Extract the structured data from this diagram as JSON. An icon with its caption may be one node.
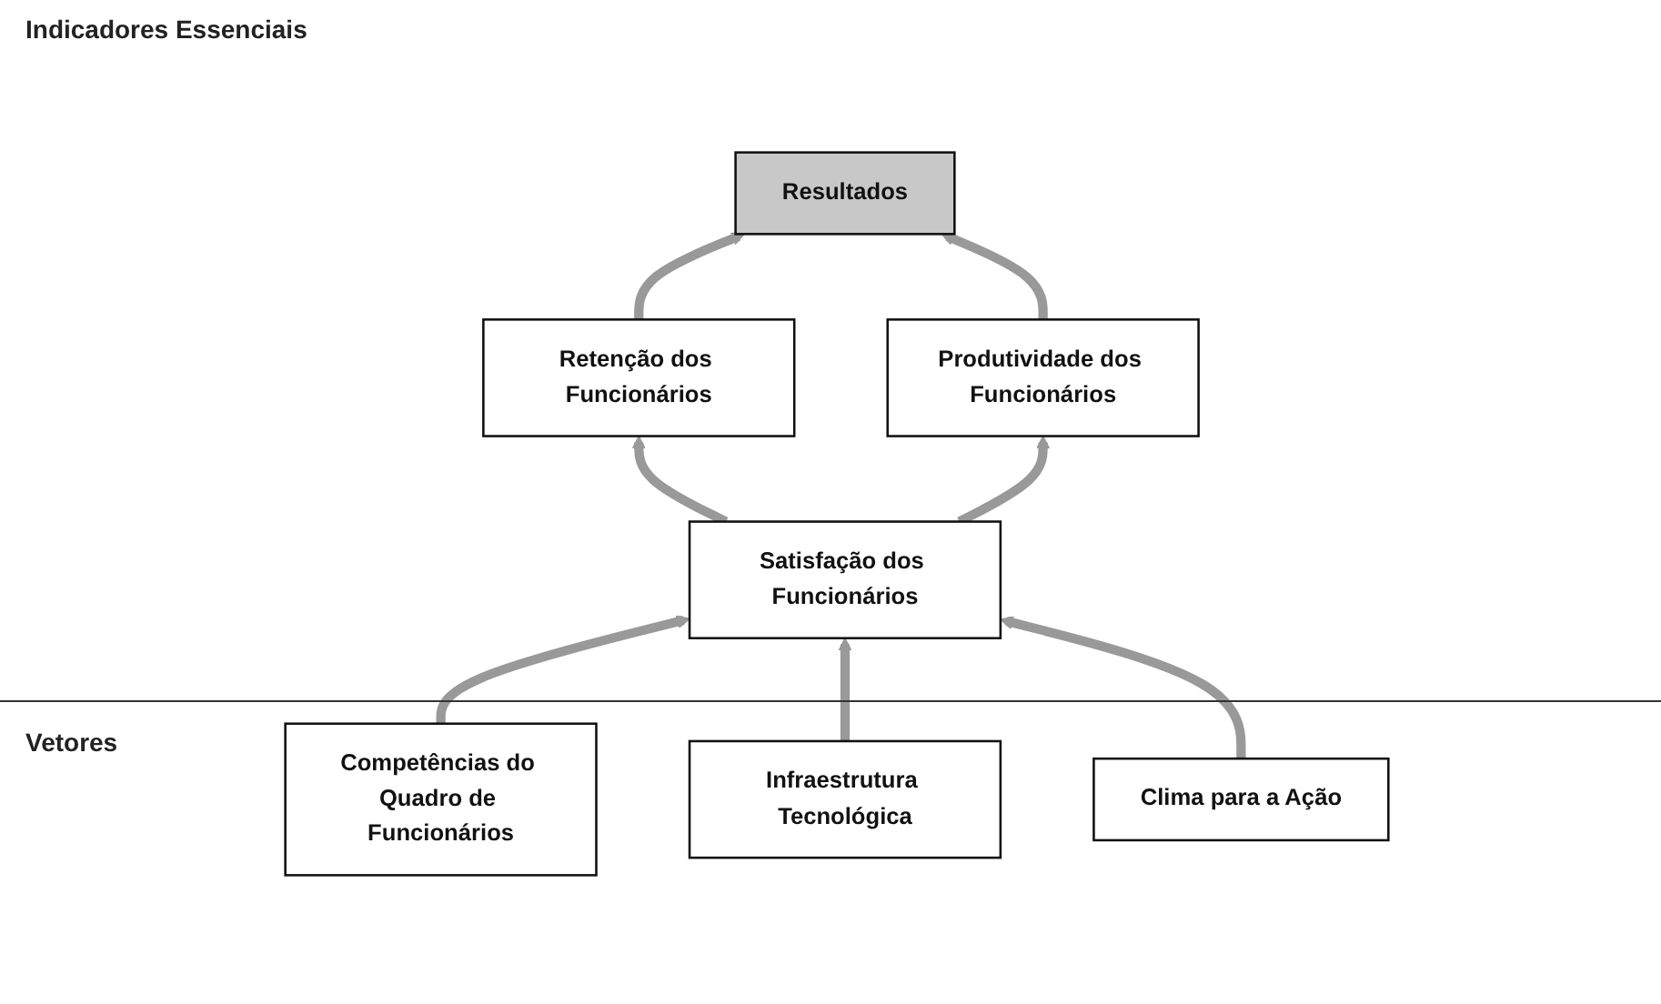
{
  "diagram": {
    "nodes": [
      {
        "text": [
          "Resultados"
        ]
      },
      {
        "text": [
          "Retenção dos Funcionários"
        ]
      },
      {
        "text": [
          "Produtividade dos Funcionários"
        ]
      },
      {
        "text": [
          "Satisfação dos Funcionários"
        ]
      },
      {
        "text": [
          "Competências do Quadro de Funcionários"
        ]
      },
      {
        "text": [
          "Infraestrutura Tecnológica"
        ]
      },
      {
        "text": [
          "Clima para a Ação"
        ]
      }
    ],
    "edges": [
      {
        "from": 1,
        "to": 0,
        "arrow": "to"
      },
      {
        "from": 2,
        "to": 0,
        "arrow": "to"
      },
      {
        "from": 3,
        "to": 1,
        "arrow": "to"
      },
      {
        "from": 3,
        "to": 2,
        "arrow": "to"
      },
      {
        "from": 4,
        "to": 3,
        "arrow": "to"
      },
      {
        "from": 5,
        "to": 3,
        "arrow": "to"
      },
      {
        "from": 6,
        "to": 3,
        "arrow": "to"
      }
    ],
    "labels": [
      "Indicadores Essenciais",
      "Vetores"
    ]
  }
}
